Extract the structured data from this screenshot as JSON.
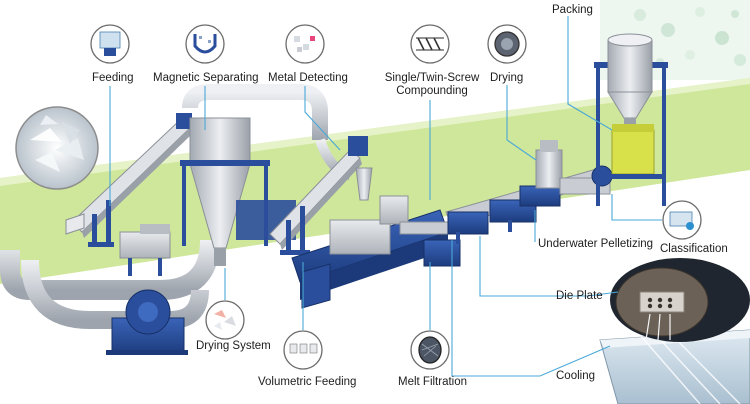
{
  "colors": {
    "band_green": "#cfe79a",
    "band_edge": "#b7d86a",
    "machine_blue": "#2b4e9c",
    "machine_dark": "#1c3a7a",
    "steel": "#c9cdd3",
    "leader_line": "#4aa8d8",
    "callout_border": "#6b6b6b",
    "bag_yellow": "#d8e04a"
  },
  "labels": {
    "feeding": "Feeding",
    "magnetic_separating": "Magnetic Separating",
    "metal_detecting": "Metal Detecting",
    "compounding_line1": "Single/Twin-Screw",
    "compounding_line2": "Compounding",
    "drying": "Drying",
    "packing": "Packing",
    "underwater_pelletizing": "Underwater Pelletizing",
    "classification": "Classification",
    "die_plate": "Die Plate",
    "cooling": "Cooling",
    "drying_system": "Drying System",
    "volumetric_feeding": "Volumetric Feeding",
    "melt_filtration": "Melt Filtration"
  },
  "icons": [
    "feeding-icon",
    "magnet-icon",
    "metal-detector-icon",
    "screw-icon",
    "drying-drum-icon",
    "drying-system-icon",
    "volumetric-feeding-icon",
    "melt-filter-icon",
    "classification-icon"
  ]
}
